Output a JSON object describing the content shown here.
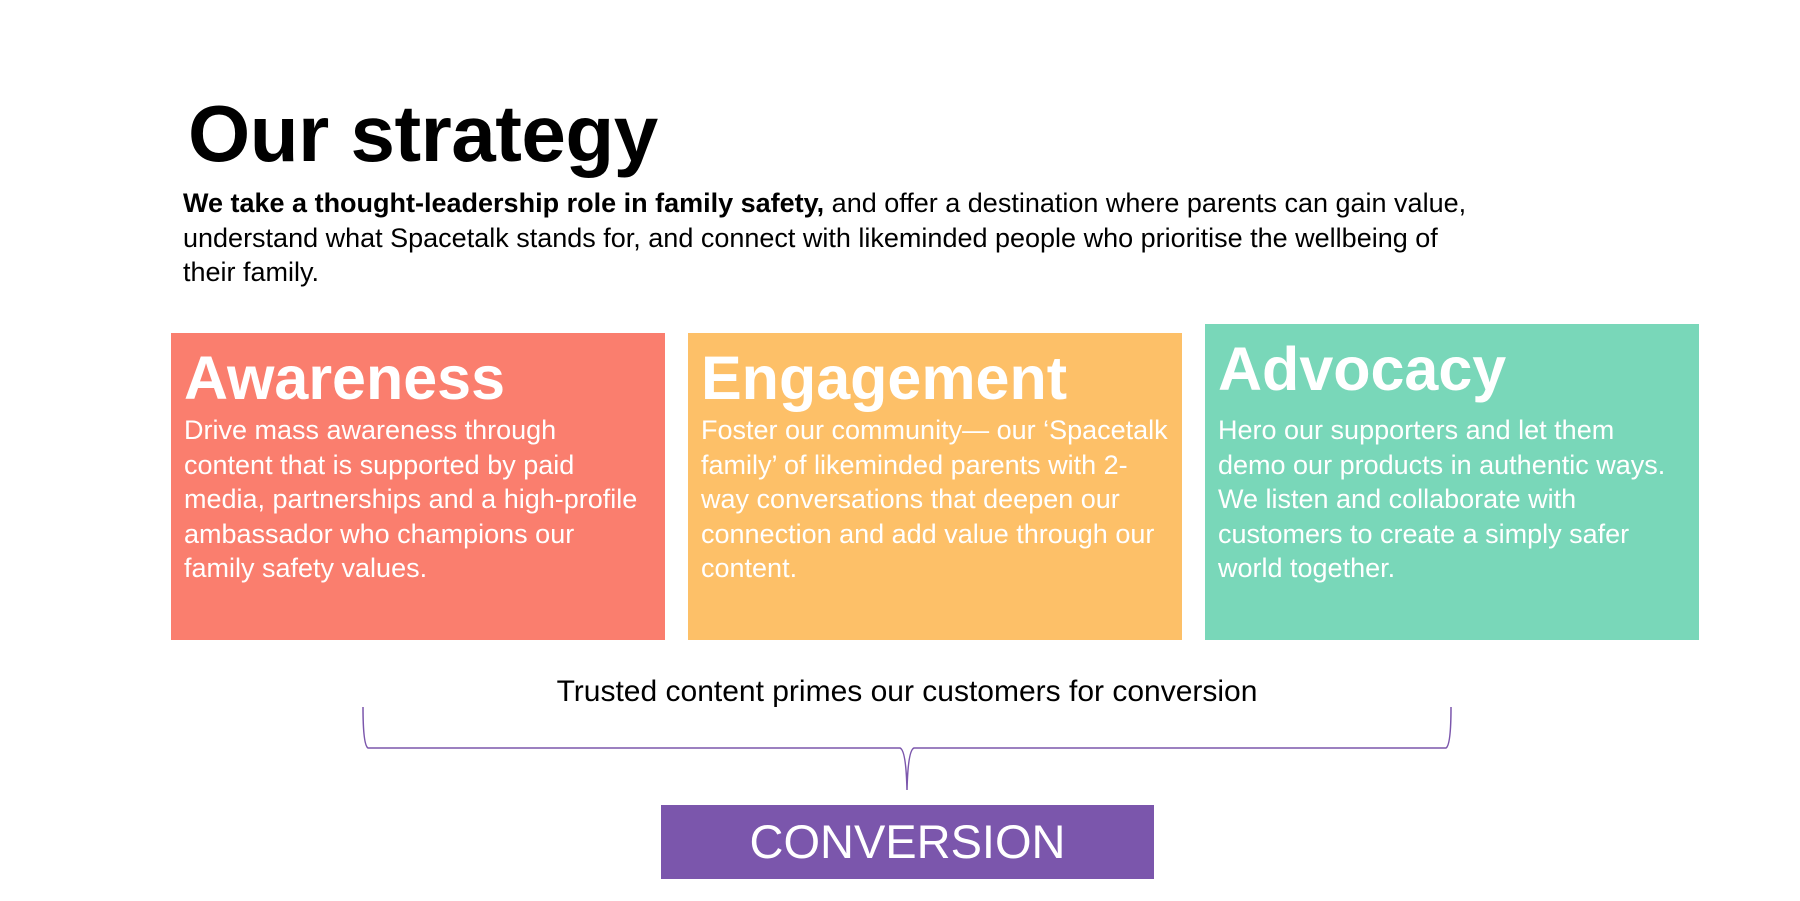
{
  "title": "Our strategy",
  "intro": {
    "bold": "We take a thought-leadership role in family safety,",
    "rest": " and offer a destination where parents can gain value, understand what Spacetalk stands for, and connect with likeminded people who prioritise the wellbeing of their family."
  },
  "cards": [
    {
      "heading": "Awareness",
      "body": "Drive mass awareness through content that is supported by paid media, partnerships and a high-profile ambassador who champions our family safety values.",
      "color": "#FA7E6E"
    },
    {
      "heading": "Engagement",
      "body": "Foster our community— our ‘Spacetalk family’ of likeminded parents with 2-way conversations that deepen our connection and add value through our content.",
      "color": "#FDC068"
    },
    {
      "heading": "Advocacy",
      "body": "Hero our supporters and let them demo our products in authentic ways. We listen and collaborate with customers to create a simply safer world together.",
      "color": "#79D7B9"
    }
  ],
  "trusted": "Trusted content primes our customers for conversion",
  "conversion": "CONVERSION",
  "accent": "#7B56AC"
}
